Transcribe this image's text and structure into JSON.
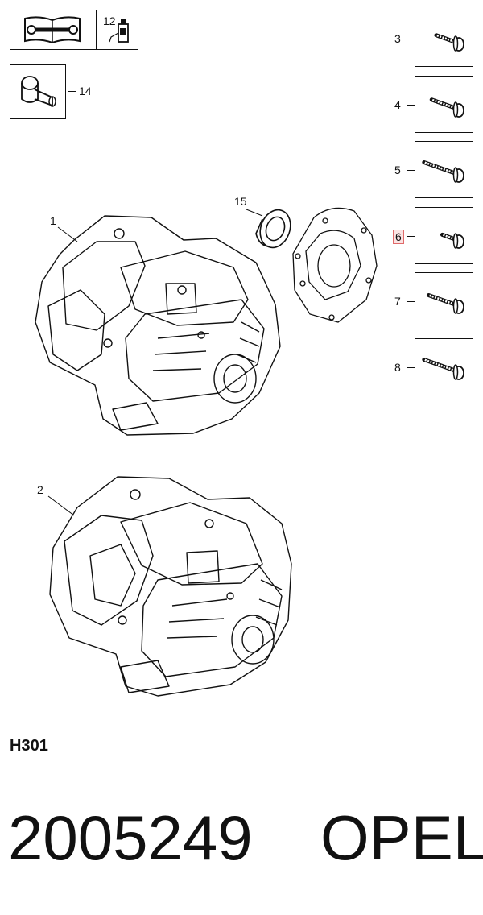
{
  "icons": {
    "manual": "service-manual-icon",
    "lubricant": "lubricant-bottle-icon",
    "sleeve": "installer-sleeve-icon"
  },
  "callouts": {
    "lubricant": "12",
    "sleeve": "14",
    "seal": "15",
    "transmission": "1",
    "transmission_alt": "2",
    "bolts": [
      "3",
      "4",
      "5",
      "6",
      "7",
      "8"
    ]
  },
  "highlight_callout": "6",
  "highlight_color": "#e06a6a",
  "group_code": "H301",
  "part_number": "2005249",
  "brand": "OPEL"
}
